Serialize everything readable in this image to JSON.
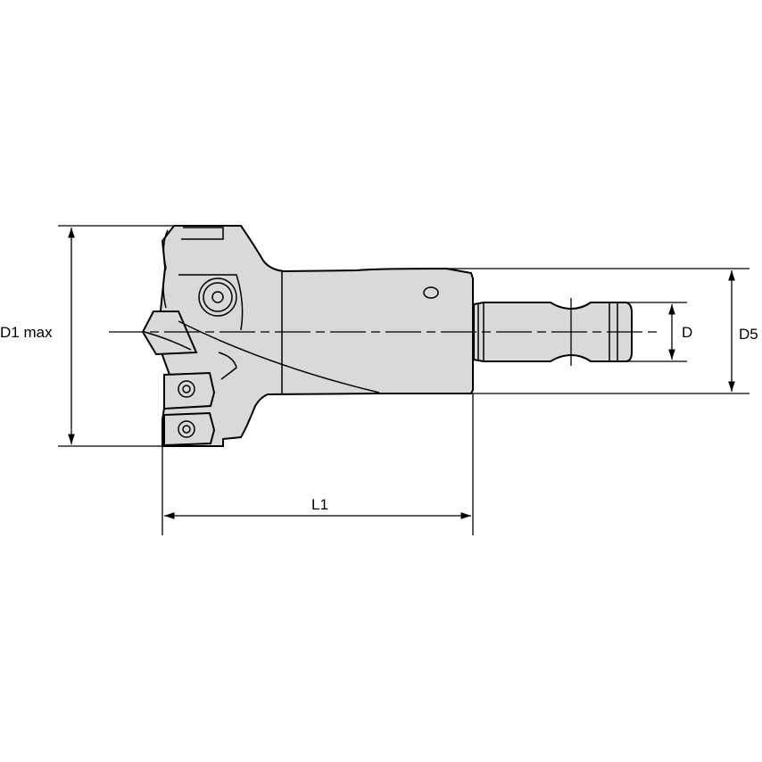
{
  "colors": {
    "tool_fill": "#d9d9d9",
    "line": "#000000",
    "background": "#ffffff"
  },
  "dimensions": {
    "d1max": "D1 max",
    "d5": "D5",
    "d": "D",
    "l1": "L1"
  }
}
